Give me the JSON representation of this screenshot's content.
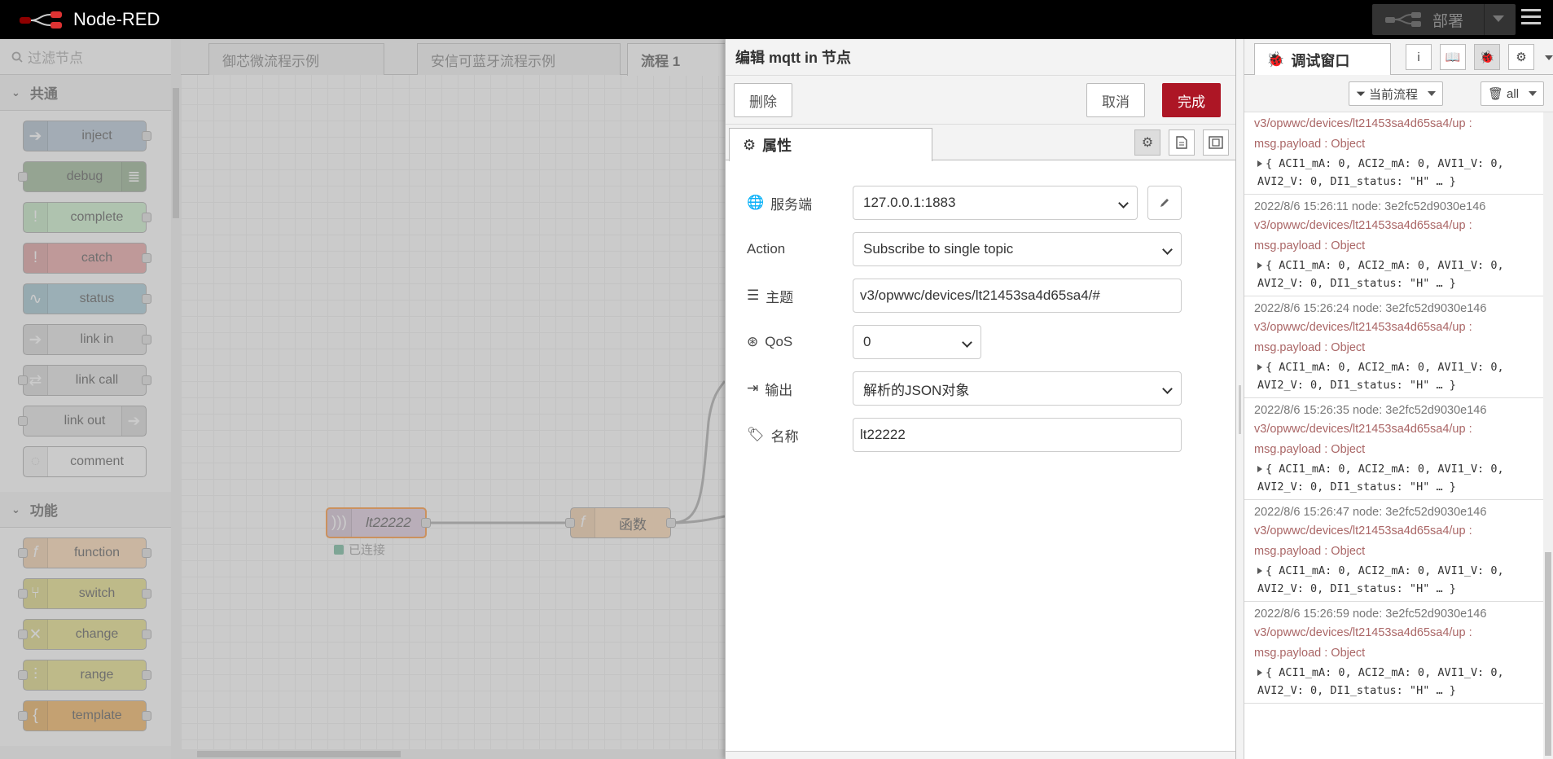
{
  "header": {
    "app_title": "Node-RED",
    "deploy_label": "部署"
  },
  "palette": {
    "search_placeholder": "过滤节点",
    "categories": [
      {
        "label": "共通",
        "nodes": [
          {
            "label": "inject",
            "color": "#a6bbcf"
          },
          {
            "label": "debug",
            "color": "#87a980"
          },
          {
            "label": "complete",
            "color": "#c0edc0"
          },
          {
            "label": "catch",
            "color": "#e49191"
          },
          {
            "label": "status",
            "color": "#94c1d0"
          },
          {
            "label": "link in",
            "color": "#dddddd"
          },
          {
            "label": "link call",
            "color": "#dddddd"
          },
          {
            "label": "link out",
            "color": "#dddddd"
          },
          {
            "label": "comment",
            "color": "#ffffff"
          }
        ]
      },
      {
        "label": "功能",
        "nodes": [
          {
            "label": "function",
            "color": "#fdd0a2"
          },
          {
            "label": "switch",
            "color": "#e2d96e"
          },
          {
            "label": "change",
            "color": "#e2d96e"
          },
          {
            "label": "range",
            "color": "#e2d96e"
          },
          {
            "label": "template",
            "color": "#f0a33b"
          }
        ]
      }
    ]
  },
  "workspace": {
    "tabs": [
      {
        "label": "御芯微流程示例"
      },
      {
        "label": "安信可蓝牙流程示例"
      },
      {
        "label": "流程 1"
      }
    ],
    "nodes": {
      "mqtt": {
        "label": "lt22222",
        "status": "已连接",
        "color": "#d8bfd8"
      },
      "function": {
        "label": "函数",
        "color": "#fdd0a2"
      }
    }
  },
  "tray": {
    "title": "编辑 mqtt in 节点",
    "delete_label": "删除",
    "cancel_label": "取消",
    "done_label": "完成",
    "properties_tab": "属性",
    "fields": {
      "server": {
        "label": "服务端",
        "value": "127.0.0.1:1883"
      },
      "action": {
        "label": "Action",
        "value": "Subscribe to single topic"
      },
      "topic": {
        "label": "主题",
        "value": "v3/opwwc/devices/lt21453sa4d65sa4/#"
      },
      "qos": {
        "label": "QoS",
        "value": "0"
      },
      "output": {
        "label": "输出",
        "value": "解析的JSON对象"
      },
      "name": {
        "label": "名称",
        "value": "lt22222"
      }
    }
  },
  "sidebar": {
    "debug_tab": "调试窗口",
    "filter_label": "当前流程",
    "clear_label": "all",
    "messages": [
      {
        "meta": "",
        "topic": "v3/opwwc/devices/lt21453sa4d65sa4/up :",
        "type": "msg.payload : Object",
        "line1": "{ ACI1_mA: 0, ACI2_mA: 0, AVI1_V: 0,",
        "line2": "AVI2_V: 0, DI1_status: \"H\" … }"
      },
      {
        "meta": "2022/8/6 15:26:11   node: 3e2fc52d9030e146",
        "topic": "v3/opwwc/devices/lt21453sa4d65sa4/up :",
        "type": "msg.payload : Object",
        "line1": "{ ACI1_mA: 0, ACI2_mA: 0, AVI1_V: 0,",
        "line2": "AVI2_V: 0, DI1_status: \"H\" … }"
      },
      {
        "meta": "2022/8/6 15:26:24   node: 3e2fc52d9030e146",
        "topic": "v3/opwwc/devices/lt21453sa4d65sa4/up :",
        "type": "msg.payload : Object",
        "line1": "{ ACI1_mA: 0, ACI2_mA: 0, AVI1_V: 0,",
        "line2": "AVI2_V: 0, DI1_status: \"H\" … }"
      },
      {
        "meta": "2022/8/6 15:26:35   node: 3e2fc52d9030e146",
        "topic": "v3/opwwc/devices/lt21453sa4d65sa4/up :",
        "type": "msg.payload : Object",
        "line1": "{ ACI1_mA: 0, ACI2_mA: 0, AVI1_V: 0,",
        "line2": "AVI2_V: 0, DI1_status: \"H\" … }"
      },
      {
        "meta": "2022/8/6 15:26:47   node: 3e2fc52d9030e146",
        "topic": "v3/opwwc/devices/lt21453sa4d65sa4/up :",
        "type": "msg.payload : Object",
        "line1": "{ ACI1_mA: 0, ACI2_mA: 0, AVI1_V: 0,",
        "line2": "AVI2_V: 0, DI1_status: \"H\" … }"
      },
      {
        "meta": "2022/8/6 15:26:59   node: 3e2fc52d9030e146",
        "topic": "v3/opwwc/devices/lt21453sa4d65sa4/up :",
        "type": "msg.payload : Object",
        "line1": "{ ACI1_mA: 0, ACI2_mA: 0, AVI1_V: 0,",
        "line2": "AVI2_V: 0, DI1_status: \"H\" … }"
      }
    ]
  }
}
